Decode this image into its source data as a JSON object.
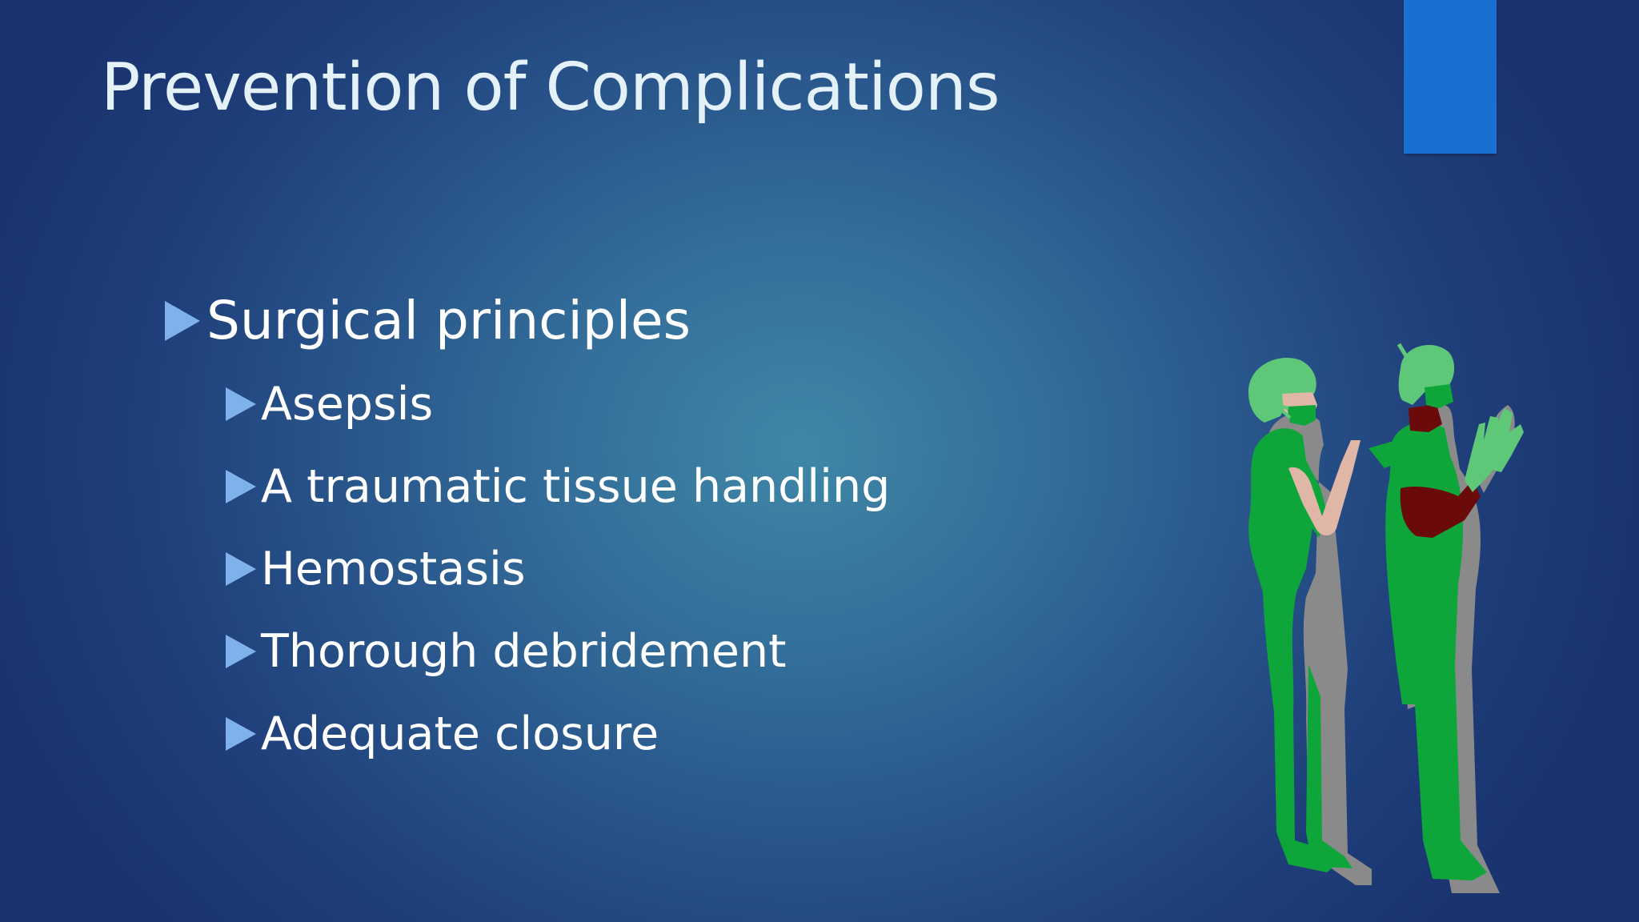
{
  "slide": {
    "title": "Prevention of Complications",
    "bullets": {
      "main": "Surgical principles",
      "sub": [
        "Asepsis",
        "A traumatic tissue handling",
        "Hemostasis",
        "Thorough debridement",
        "Adequate closure"
      ]
    },
    "illustration": "surgeons-gowning-clipart"
  },
  "colors": {
    "background_center": "#3f87a6",
    "background_edge": "#1a3470",
    "accent_bar": "#1a6fd0",
    "title_text": "#e4f1f8",
    "bullet_arrow": "#7fb2ec",
    "bullet_text": "#ffffff",
    "scrubs_green": "#0ea63a",
    "cap_light_green": "#5fc878",
    "dark_red": "#6a0a0a",
    "skin": "#e0b6a6",
    "shadow_grey": "#8a8a8a"
  }
}
